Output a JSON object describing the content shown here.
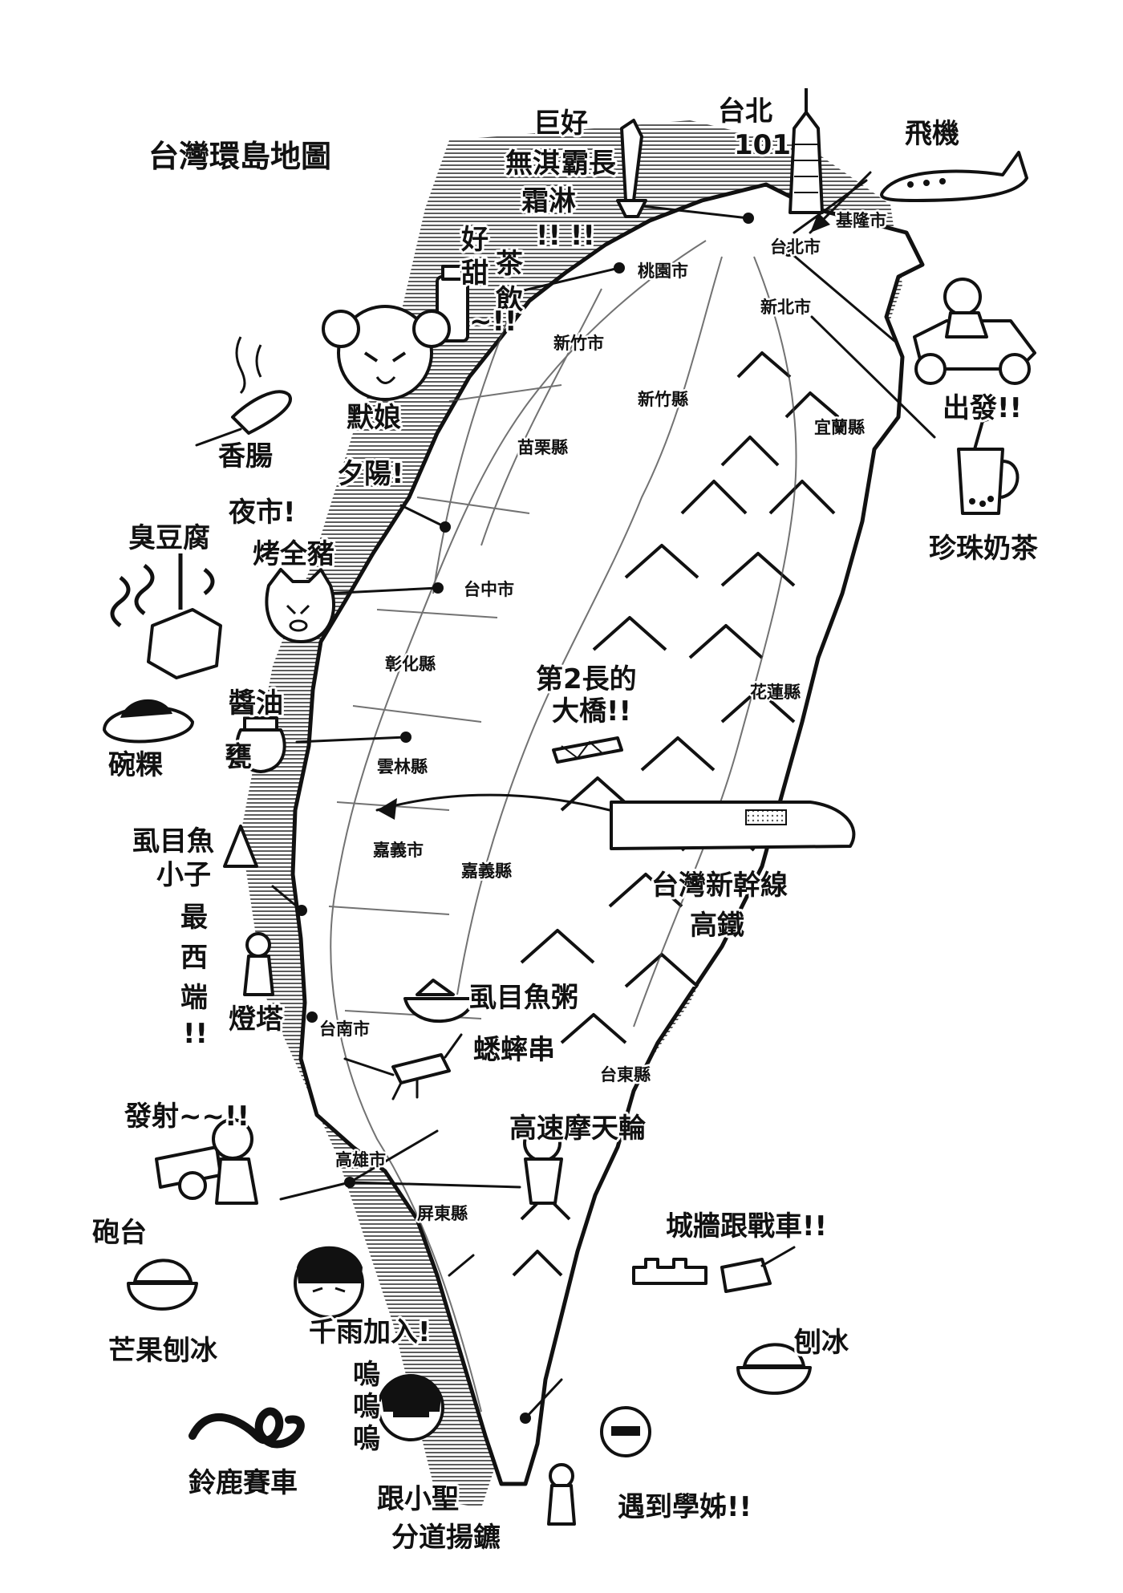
{
  "title": "台灣環島地圖",
  "cities": {
    "taipei_city": "台北市",
    "keelung": "基隆市",
    "taoyuan": "桃園市",
    "new_taipei": "新北市",
    "hsinchu_city": "新竹市",
    "hsinchu_county": "新竹縣",
    "yilan": "宜蘭縣",
    "miaoli": "苗栗縣",
    "taichung": "台中市",
    "changhua": "彰化縣",
    "hualien": "花蓮縣",
    "yunlin": "雲林縣",
    "chiayi_city": "嘉義市",
    "chiayi_county": "嘉義縣",
    "tainan": "台南市",
    "taitung": "台東縣",
    "kaohsiung": "高雄市",
    "pingtung": "屏東縣"
  },
  "annotations": {
    "taipei101": [
      "台北",
      "101"
    ],
    "giant_icecream": [
      "巨好",
      "霸長",
      "無淇",
      "霜淋"
    ],
    "icecream_excl": "!!  !!",
    "airplane": "飛機",
    "sweet_tea": [
      "好",
      "甜",
      "茶",
      "飲"
    ],
    "sweet_tea_excl": "~!!",
    "monian": "默娘",
    "depart": "出發!!",
    "sausage": "香腸",
    "sunset": "夕陽!",
    "night_market": "夜市!",
    "roast_pig": "烤全豬",
    "stinky_tofu": "臭豆腐",
    "bubble_tea": "珍珠奶茶",
    "soy_sauce": "醬油",
    "urn": "甕",
    "bowl_cake": "碗粿",
    "second_bridge": [
      "第2長的",
      "大橋!!"
    ],
    "milkfish_kid": [
      "虱目魚",
      "小子"
    ],
    "westernmost": [
      "最",
      "西",
      "端",
      "!!"
    ],
    "lighthouse": "燈塔",
    "shinkansen": [
      "台灣新幹線",
      "高鐵"
    ],
    "milkfish_porridge": "虱目魚粥",
    "cricket_skewer": "蟋蟀串",
    "ferris_wheel": "高速摩天輪",
    "fire": "發射~~!!",
    "cannon": "砲台",
    "mango_ice": "芒果刨冰",
    "chisame_joins": "千雨加入!",
    "castle_tank": "城牆跟戰車!!",
    "shaved_ice": "刨冰",
    "sobbing": [
      "嗚",
      "嗚",
      "嗚"
    ],
    "suzuka": "鈴鹿賽車",
    "parting": [
      "跟小聖",
      "分道揚鑣"
    ],
    "senpai": "遇到學姊!!"
  }
}
